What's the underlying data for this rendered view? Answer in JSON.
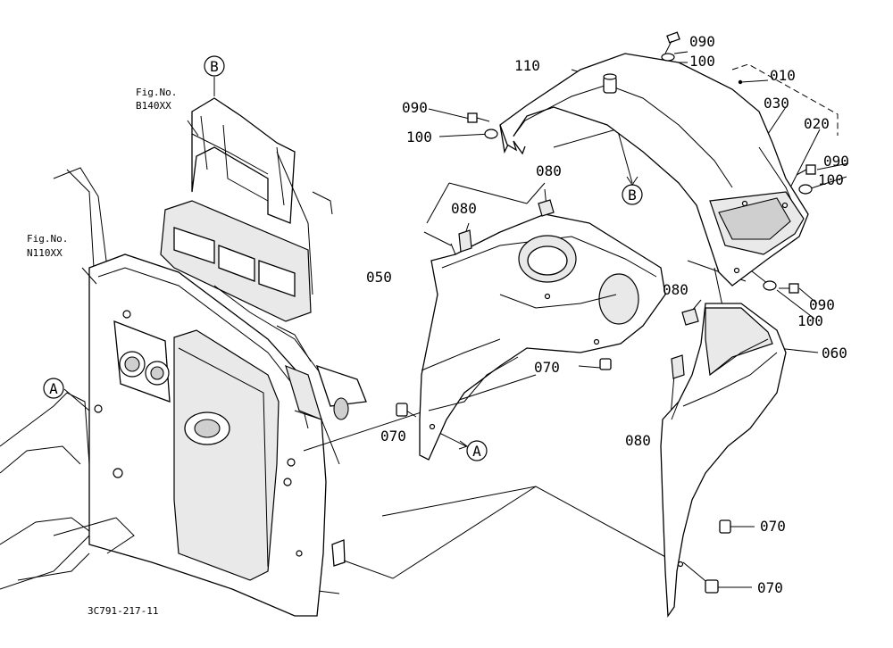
{
  "callouts": {
    "fig_b140": {
      "label": "Fig.No.",
      "number": "B140XX"
    },
    "fig_n110": {
      "label": "Fig.No.",
      "number": "N110XX"
    }
  },
  "refs": {
    "a": "A",
    "b": "B"
  },
  "parts": {
    "p010": "010",
    "p020": "020",
    "p030": "030",
    "p050": "050",
    "p060": "060",
    "p070": "070",
    "p080": "080",
    "p090": "090",
    "p100": "100",
    "p110": "110"
  },
  "drawing_code": "3C791-217-11"
}
